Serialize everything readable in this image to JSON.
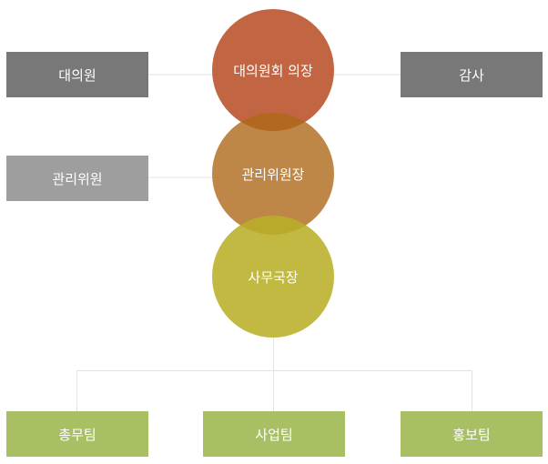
{
  "top": {
    "center": "대의원회 의장",
    "left": "대의원",
    "right": "감사"
  },
  "middle": {
    "center": "관리위원장",
    "left": "관리위원"
  },
  "bottom": {
    "center": "사무국장"
  },
  "teams": [
    "총무팀",
    "사업팀",
    "홍보팀"
  ]
}
